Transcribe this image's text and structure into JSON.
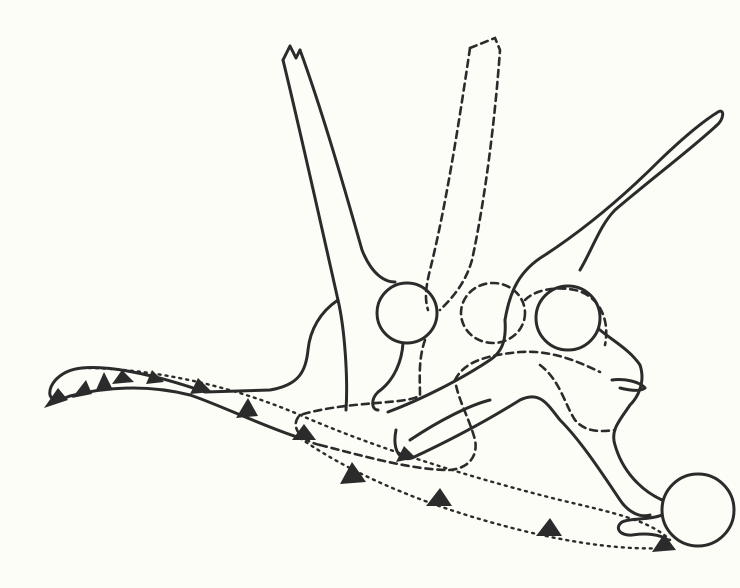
{
  "figure": {
    "background": "#fdfdf8",
    "ink": "#2b2b2b",
    "line_styles": [
      "solid",
      "dashed",
      "dotted"
    ],
    "marker_shape": "arrowhead"
  }
}
